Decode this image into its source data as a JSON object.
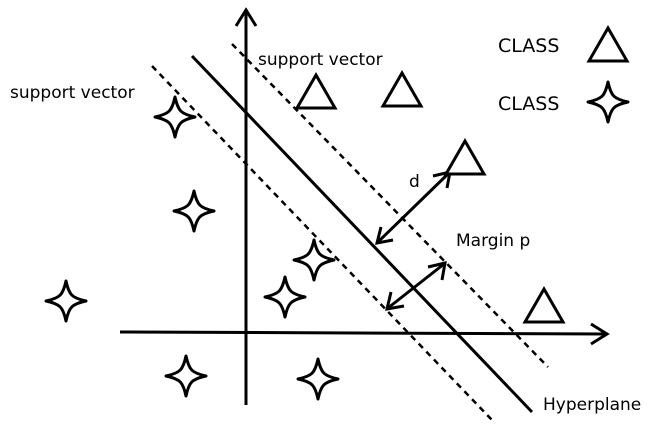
{
  "labels": {
    "support_vector_top": "support vector",
    "support_vector_left": "support vector",
    "class_triangle": "CLASS",
    "class_star": "CLASS",
    "distance": "d",
    "margin": "Margin p",
    "hyperplane": "Hyperplane"
  },
  "colors": {
    "stroke": "#000000",
    "background": "#ffffff"
  },
  "legend": [
    {
      "label_key": "class_triangle",
      "marker": "triangle-icon"
    },
    {
      "label_key": "class_star",
      "marker": "star-icon"
    }
  ]
}
